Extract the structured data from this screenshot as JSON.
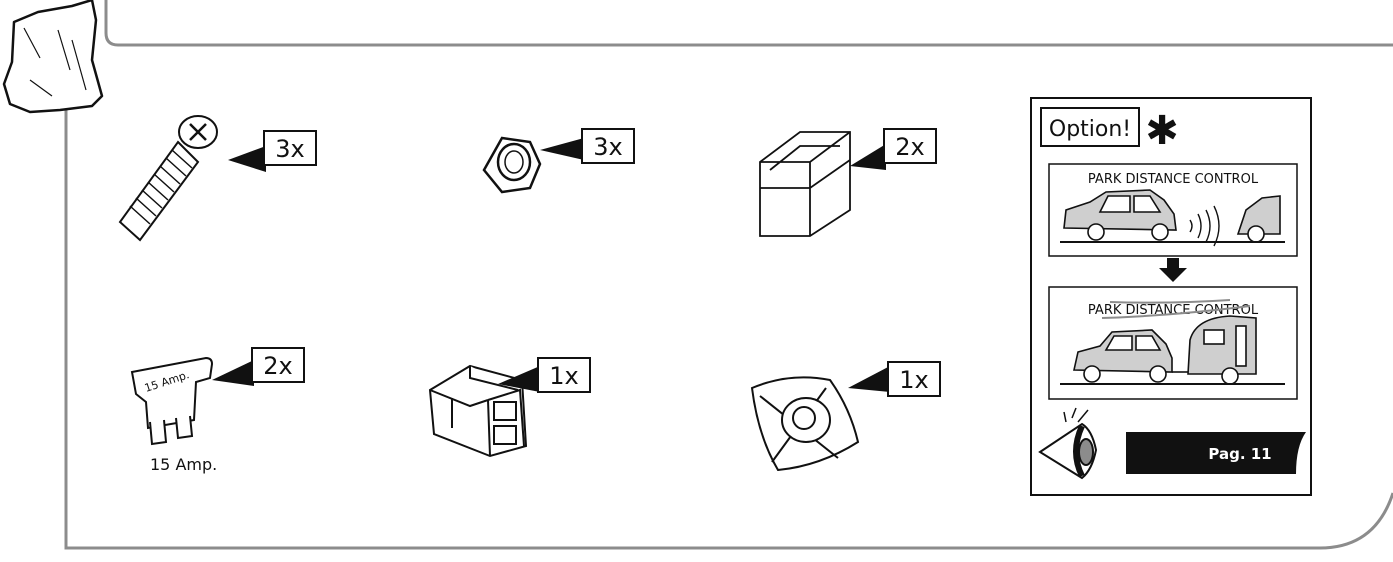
{
  "items": [
    {
      "name": "screw",
      "qty": "3x"
    },
    {
      "name": "nut",
      "qty": "3x"
    },
    {
      "name": "box-cover",
      "qty": "2x"
    },
    {
      "name": "fuse",
      "qty": "2x",
      "caption": "15 Amp.",
      "fuse_text": "15 Amp."
    },
    {
      "name": "connector",
      "qty": "1x"
    },
    {
      "name": "tie-mount",
      "qty": "1x"
    }
  ],
  "option_panel": {
    "title": "Option!",
    "asterisk": "✱",
    "pdc_label_top": "PARK DISTANCE CONTROL",
    "pdc_label_bottom": "PARK DISTANCE CONTROL",
    "page_ref": "Pag. 11"
  },
  "colors": {
    "frame": "#8c8c8c",
    "ink": "#111111",
    "car_fill": "#cfcfcf"
  }
}
